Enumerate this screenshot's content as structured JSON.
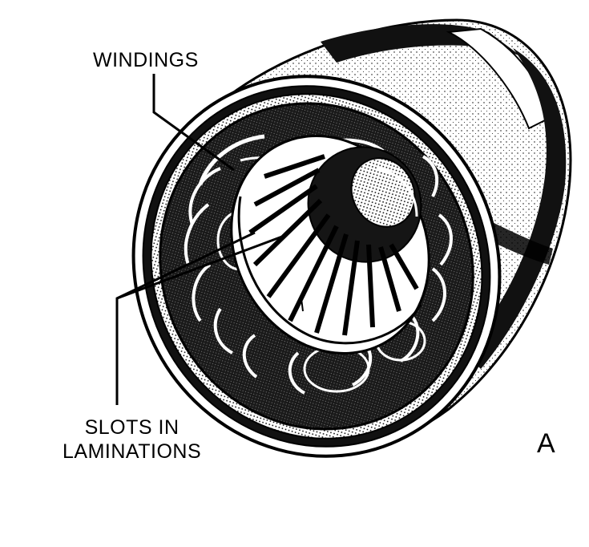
{
  "labels": {
    "windings": "WINDINGS",
    "slots_line1": "SLOTS IN",
    "slots_line2": "LAMINATIONS",
    "panel": "A"
  },
  "colors": {
    "ink": "#000000",
    "paper": "#ffffff",
    "shade": "#8a8a8a",
    "light_shade": "#c8c8c8"
  }
}
